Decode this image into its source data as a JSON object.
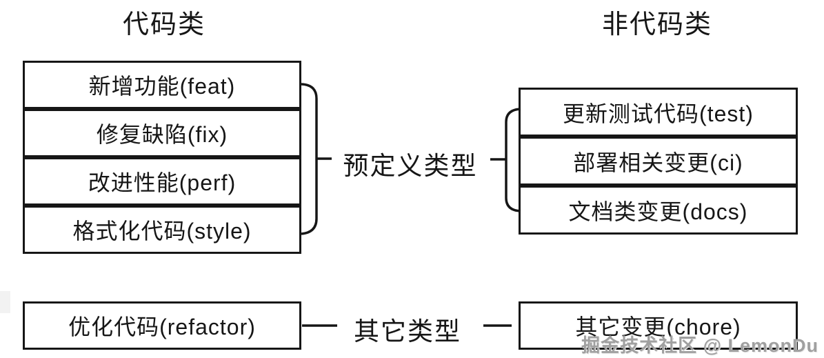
{
  "titles": {
    "code": "代码类",
    "non_code": "非代码类"
  },
  "predefined_group": {
    "label": "预定义类型",
    "code_boxes": [
      "新增功能(feat)",
      "修复缺陷(fix)",
      "改进性能(perf)",
      "格式化代码(style)"
    ],
    "non_code_boxes": [
      "更新测试代码(test)",
      "部署相关变更(ci)",
      "文档类变更(docs)"
    ]
  },
  "other_group": {
    "label": "其它类型",
    "code_box": "优化代码(refactor)",
    "non_code_box": "其它变更(chore)"
  },
  "watermark": "掘金技术社区 @ LemonDu",
  "colors": {
    "line": "#161616",
    "text": "#161616",
    "watermark": "#a0a0a0",
    "background": "#ffffff"
  }
}
